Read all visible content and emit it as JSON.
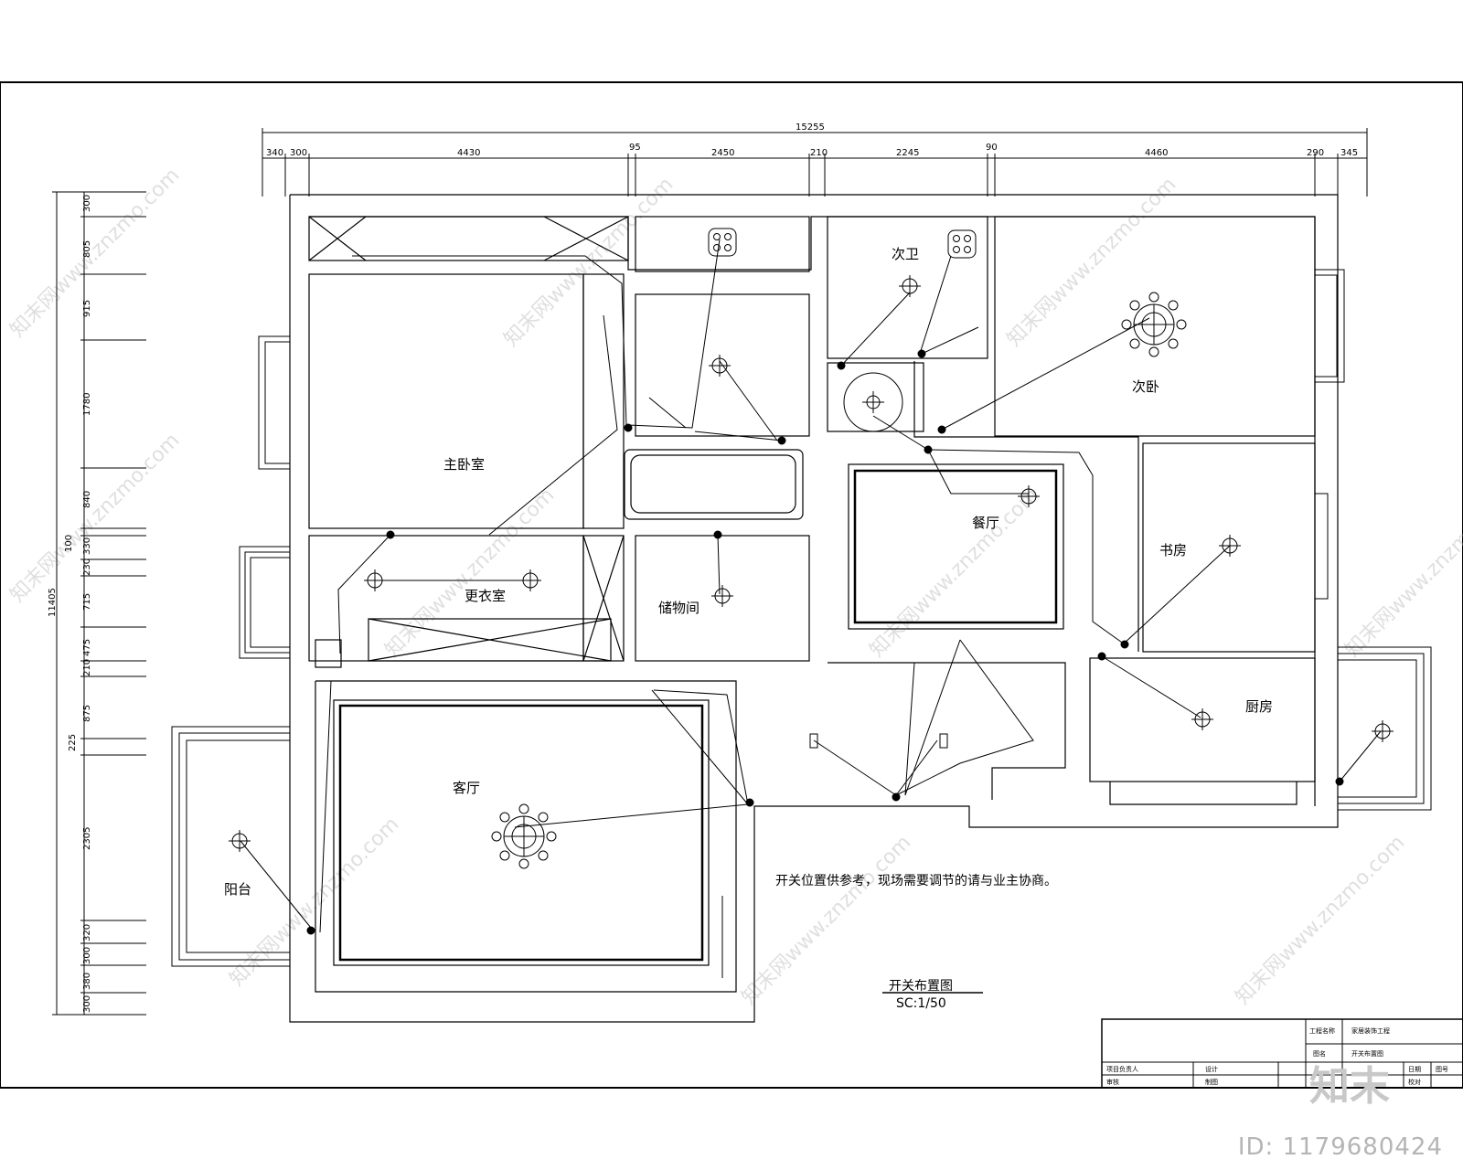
{
  "rooms": {
    "master_bedroom": "主卧室",
    "dressing_room": "更衣室",
    "storage": "储物间",
    "living_room": "客厅",
    "balcony": "阳台",
    "second_bath": "次卫",
    "second_bedroom": "次卧",
    "dining": "餐厅",
    "study": "书房",
    "kitchen": "厨房"
  },
  "dimensions": {
    "total_width": "15255",
    "top": [
      "340",
      "300",
      "4430",
      "95",
      "2450",
      "210",
      "2245",
      "90",
      "4460",
      "290",
      "345"
    ],
    "total_height": "11405",
    "left": [
      "300",
      "805",
      "915",
      "1780",
      "840",
      "100",
      "330",
      "230",
      "715",
      "475",
      "210",
      "875",
      "225",
      "2305",
      "320",
      "300",
      "380",
      "300"
    ]
  },
  "note": "开关位置供参考，现场需要调节的请与业主协商。",
  "drawing_title": "开关布置图",
  "scale": "SC:1/50",
  "title_block": {
    "project_label": "工程名称",
    "project_value": "家居装饰工程",
    "drawing_label": "图名",
    "drawing_value": "开关布置图",
    "design_manager": "项目负责人",
    "designer": "设计",
    "reviewer": "审核",
    "drafter": "制图",
    "check": "校对",
    "date": "日期",
    "drawing_no": "图号"
  },
  "watermark": "知末网www.znzmo.com",
  "logo_text": "知末",
  "image_id": "ID: 1179680424"
}
